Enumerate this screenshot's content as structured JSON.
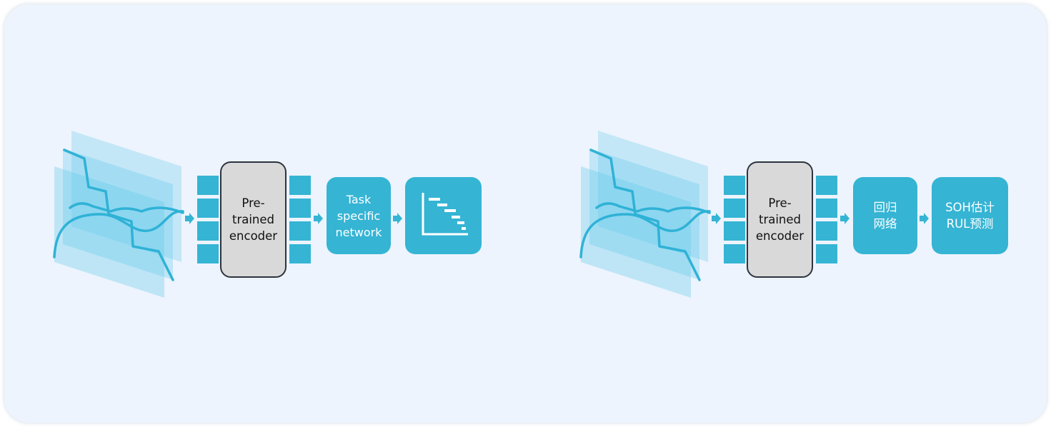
{
  "colors": {
    "background": "#edf4fd",
    "accent": "#35b4d4",
    "encoder_fill": "#d9d9d9",
    "encoder_border": "#2d3440",
    "plane_fill": "#5ac6ea",
    "curve": "#2fb2d6"
  },
  "left_pipeline": {
    "encoder_label": "Pre-\ntrained\nencoder",
    "task_label": "Task\nspecific\nnetwork",
    "output_icon": "chart-icon"
  },
  "right_pipeline": {
    "encoder_label": "Pre-\ntrained\nencoder",
    "task_label": "回归\n网络",
    "output_label": "SOH估计\nRUL预测"
  }
}
